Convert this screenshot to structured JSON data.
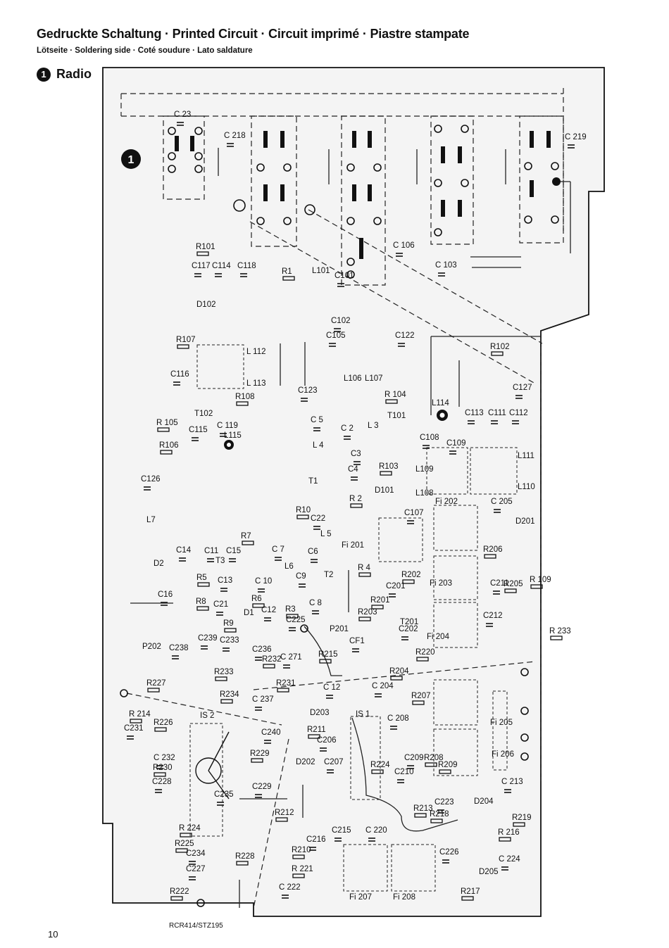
{
  "header": {
    "title": "Gedruckte Schaltung · Printed Circuit · Circuit imprimé · Piastre stampate",
    "subtitle": "Lötseite · Soldering side · Coté soudure · Lato saldature",
    "section_number": "1",
    "section_label": "Radio"
  },
  "board": {
    "board_marker": "1",
    "model_code": "RCR414/STZ195",
    "components": [
      {
        "label": "C 23"
      },
      {
        "label": "C 218"
      },
      {
        "label": "C 219"
      },
      {
        "label": "C 106"
      },
      {
        "label": "C 103"
      },
      {
        "label": "R101"
      },
      {
        "label": "C117"
      },
      {
        "label": "C114"
      },
      {
        "label": "C118"
      },
      {
        "label": "R1"
      },
      {
        "label": "L101"
      },
      {
        "label": "C101"
      },
      {
        "label": "D102"
      },
      {
        "label": "C102"
      },
      {
        "label": "C105"
      },
      {
        "label": "C122"
      },
      {
        "label": "R107"
      },
      {
        "label": "L 112"
      },
      {
        "label": "R102"
      },
      {
        "label": "C116"
      },
      {
        "label": "L 113"
      },
      {
        "label": "C123"
      },
      {
        "label": "L106"
      },
      {
        "label": "L107"
      },
      {
        "label": "C127"
      },
      {
        "label": "R108"
      },
      {
        "label": "R 104"
      },
      {
        "label": "R 105"
      },
      {
        "label": "T102"
      },
      {
        "label": "T101"
      },
      {
        "label": "L114"
      },
      {
        "label": "C113"
      },
      {
        "label": "C111"
      },
      {
        "label": "C112"
      },
      {
        "label": "C115"
      },
      {
        "label": "C 119"
      },
      {
        "label": "C 5"
      },
      {
        "label": "C 2"
      },
      {
        "label": "L 3"
      },
      {
        "label": "C108"
      },
      {
        "label": "C109"
      },
      {
        "label": "R106"
      },
      {
        "label": "L115"
      },
      {
        "label": "L 4"
      },
      {
        "label": "C3"
      },
      {
        "label": "L111"
      },
      {
        "label": "C4"
      },
      {
        "label": "R103"
      },
      {
        "label": "L109"
      },
      {
        "label": "C126"
      },
      {
        "label": "L108"
      },
      {
        "label": "L110"
      },
      {
        "label": "T1"
      },
      {
        "label": "D101"
      },
      {
        "label": "R10"
      },
      {
        "label": "R 2"
      },
      {
        "label": "Fi 202"
      },
      {
        "label": "C 205"
      },
      {
        "label": "C22"
      },
      {
        "label": "C107"
      },
      {
        "label": "L7"
      },
      {
        "label": "D201"
      },
      {
        "label": "L 5"
      },
      {
        "label": "R7"
      },
      {
        "label": "Fi 201"
      },
      {
        "label": "R206"
      },
      {
        "label": "C14"
      },
      {
        "label": "C11"
      },
      {
        "label": "C15"
      },
      {
        "label": "C 7"
      },
      {
        "label": "C6"
      },
      {
        "label": "D2"
      },
      {
        "label": "T3"
      },
      {
        "label": "R 109"
      },
      {
        "label": "L6"
      },
      {
        "label": "R 4"
      },
      {
        "label": "T2"
      },
      {
        "label": "R5"
      },
      {
        "label": "C13"
      },
      {
        "label": "C 10"
      },
      {
        "label": "C9"
      },
      {
        "label": "R202"
      },
      {
        "label": "Fi 203"
      },
      {
        "label": "R205"
      },
      {
        "label": "C211"
      },
      {
        "label": "C16"
      },
      {
        "label": "R6"
      },
      {
        "label": "C201"
      },
      {
        "label": "R8"
      },
      {
        "label": "C21"
      },
      {
        "label": "C 8"
      },
      {
        "label": "R201"
      },
      {
        "label": "D1"
      },
      {
        "label": "C12"
      },
      {
        "label": "R3"
      },
      {
        "label": "R203"
      },
      {
        "label": "C202"
      },
      {
        "label": "Fi 204"
      },
      {
        "label": "C212"
      },
      {
        "label": "R 233"
      },
      {
        "label": "R9"
      },
      {
        "label": "C225"
      },
      {
        "label": "T201"
      },
      {
        "label": "P201"
      },
      {
        "label": "C239"
      },
      {
        "label": "C233"
      },
      {
        "label": "C236"
      },
      {
        "label": "CF1"
      },
      {
        "label": "P202"
      },
      {
        "label": "C238"
      },
      {
        "label": "R232"
      },
      {
        "label": "R220"
      },
      {
        "label": "C 271"
      },
      {
        "label": "R215"
      },
      {
        "label": "R233"
      },
      {
        "label": "R204"
      },
      {
        "label": "R231"
      },
      {
        "label": "R227"
      },
      {
        "label": "R234"
      },
      {
        "label": "C 12"
      },
      {
        "label": "C 204"
      },
      {
        "label": "R207"
      },
      {
        "label": "C 237"
      },
      {
        "label": "D203"
      },
      {
        "label": "R 214"
      },
      {
        "label": "Fi 205"
      },
      {
        "label": "IS 2"
      },
      {
        "label": "IS 1"
      },
      {
        "label": "C 208"
      },
      {
        "label": "R211"
      },
      {
        "label": "C231"
      },
      {
        "label": "R226"
      },
      {
        "label": "C240"
      },
      {
        "label": "C206"
      },
      {
        "label": "R224"
      },
      {
        "label": "C210"
      },
      {
        "label": "C209"
      },
      {
        "label": "R208"
      },
      {
        "label": "R209"
      },
      {
        "label": "Fi 206"
      },
      {
        "label": "C 232"
      },
      {
        "label": "R229"
      },
      {
        "label": "D202"
      },
      {
        "label": "C207"
      },
      {
        "label": "R230"
      },
      {
        "label": "C228"
      },
      {
        "label": "C 213"
      },
      {
        "label": "C235"
      },
      {
        "label": "C229"
      },
      {
        "label": "R213"
      },
      {
        "label": "C223"
      },
      {
        "label": "D204"
      },
      {
        "label": "R218"
      },
      {
        "label": "R212"
      },
      {
        "label": "R219"
      },
      {
        "label": "R 224"
      },
      {
        "label": "C215"
      },
      {
        "label": "C 220"
      },
      {
        "label": "R 216"
      },
      {
        "label": "C216"
      },
      {
        "label": "R225"
      },
      {
        "label": "C234"
      },
      {
        "label": "R228"
      },
      {
        "label": "R210"
      },
      {
        "label": "C226"
      },
      {
        "label": "C 224"
      },
      {
        "label": "C227"
      },
      {
        "label": "R 221"
      },
      {
        "label": "D205"
      },
      {
        "label": "R222"
      },
      {
        "label": "C 222"
      },
      {
        "label": "Fi 207"
      },
      {
        "label": "Fi 208"
      },
      {
        "label": "R217"
      }
    ]
  },
  "page_number": "10"
}
